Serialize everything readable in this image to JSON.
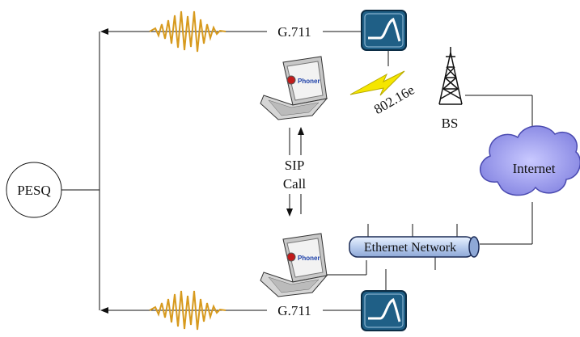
{
  "labels": {
    "pesq": "PESQ",
    "codec_top": "G.711",
    "codec_bottom": "G.711",
    "wireless": "802.16e",
    "base_station": "BS",
    "internet": "Internet",
    "ethernet": "Ethernet Network",
    "sip_line1": "SIP",
    "sip_line2": "Call",
    "phoner_top": "Phoner",
    "phoner_bottom": "Phoner"
  },
  "colors": {
    "filter_box": "#1f5f86",
    "cloud": "#9b9be8",
    "bolt": "#f5e600",
    "wave": "#d79a1e",
    "ethernet_tube": "#c6d8f4"
  },
  "icons": [
    "filter-icon",
    "laptop-icon",
    "antenna-tower-icon",
    "cloud-icon",
    "lightning-icon",
    "waveform-icon"
  ]
}
